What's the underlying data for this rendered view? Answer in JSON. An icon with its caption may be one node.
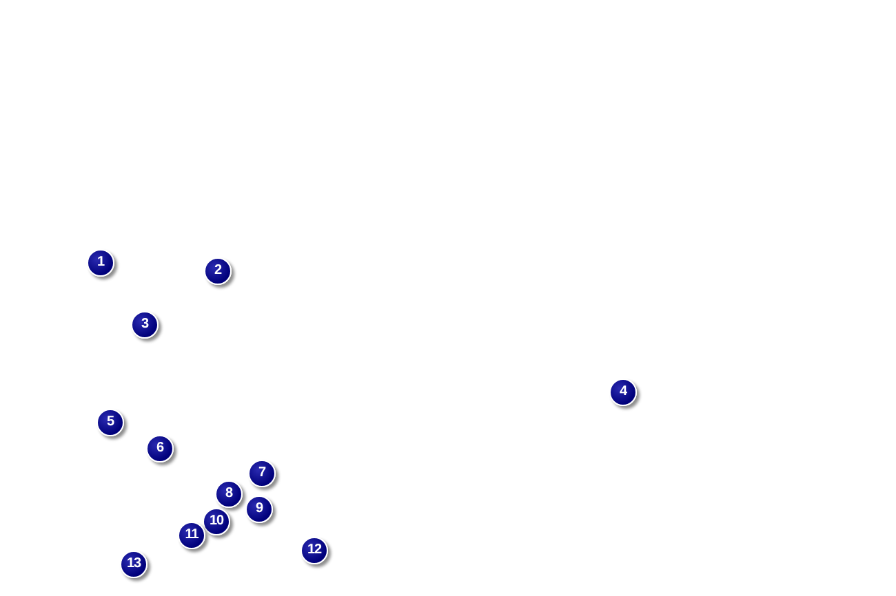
{
  "diagram": {
    "labels": [
      "1",
      "2",
      "3",
      "4",
      "5",
      "6",
      "7",
      "8",
      "9",
      "10",
      "11",
      "12",
      "13"
    ]
  }
}
